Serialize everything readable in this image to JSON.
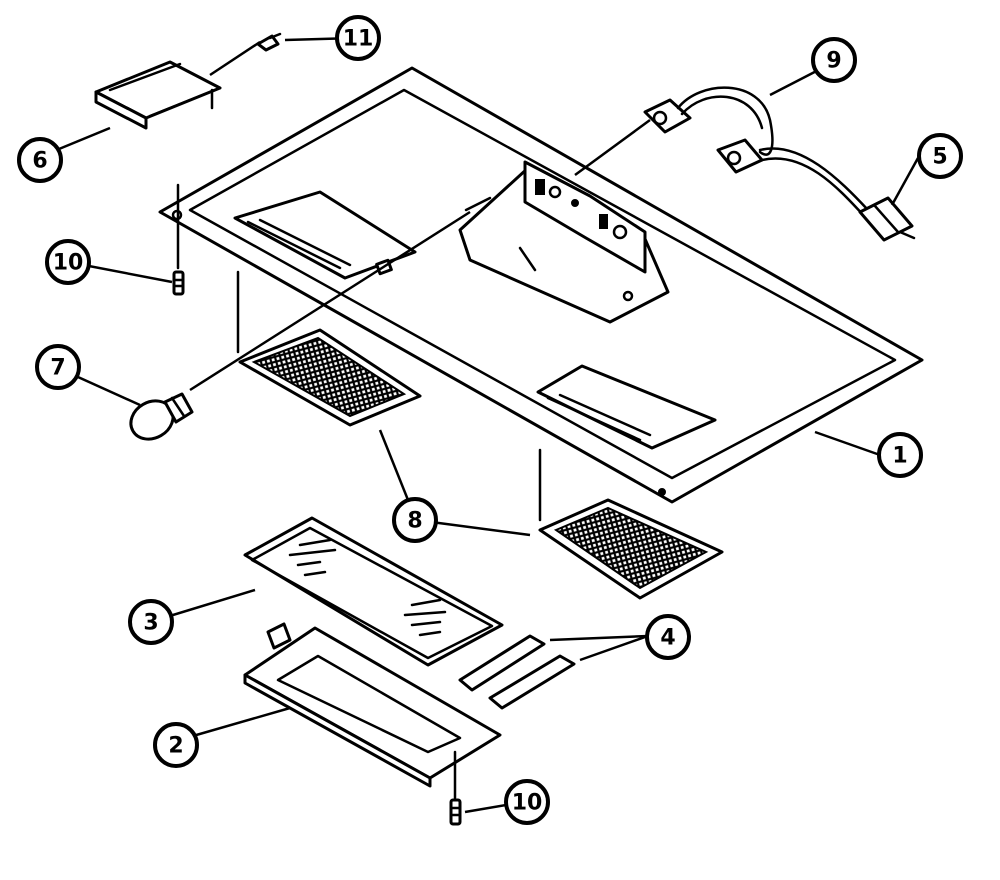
{
  "diagram": {
    "callouts": [
      {
        "id": "c1",
        "label": "1"
      },
      {
        "id": "c2",
        "label": "2"
      },
      {
        "id": "c3",
        "label": "3"
      },
      {
        "id": "c4",
        "label": "4"
      },
      {
        "id": "c5",
        "label": "5"
      },
      {
        "id": "c6",
        "label": "6"
      },
      {
        "id": "c7",
        "label": "7"
      },
      {
        "id": "c8",
        "label": "8"
      },
      {
        "id": "c9",
        "label": "9"
      },
      {
        "id": "c10a",
        "label": "10"
      },
      {
        "id": "c10b",
        "label": "10"
      },
      {
        "id": "c11",
        "label": "11"
      }
    ]
  }
}
